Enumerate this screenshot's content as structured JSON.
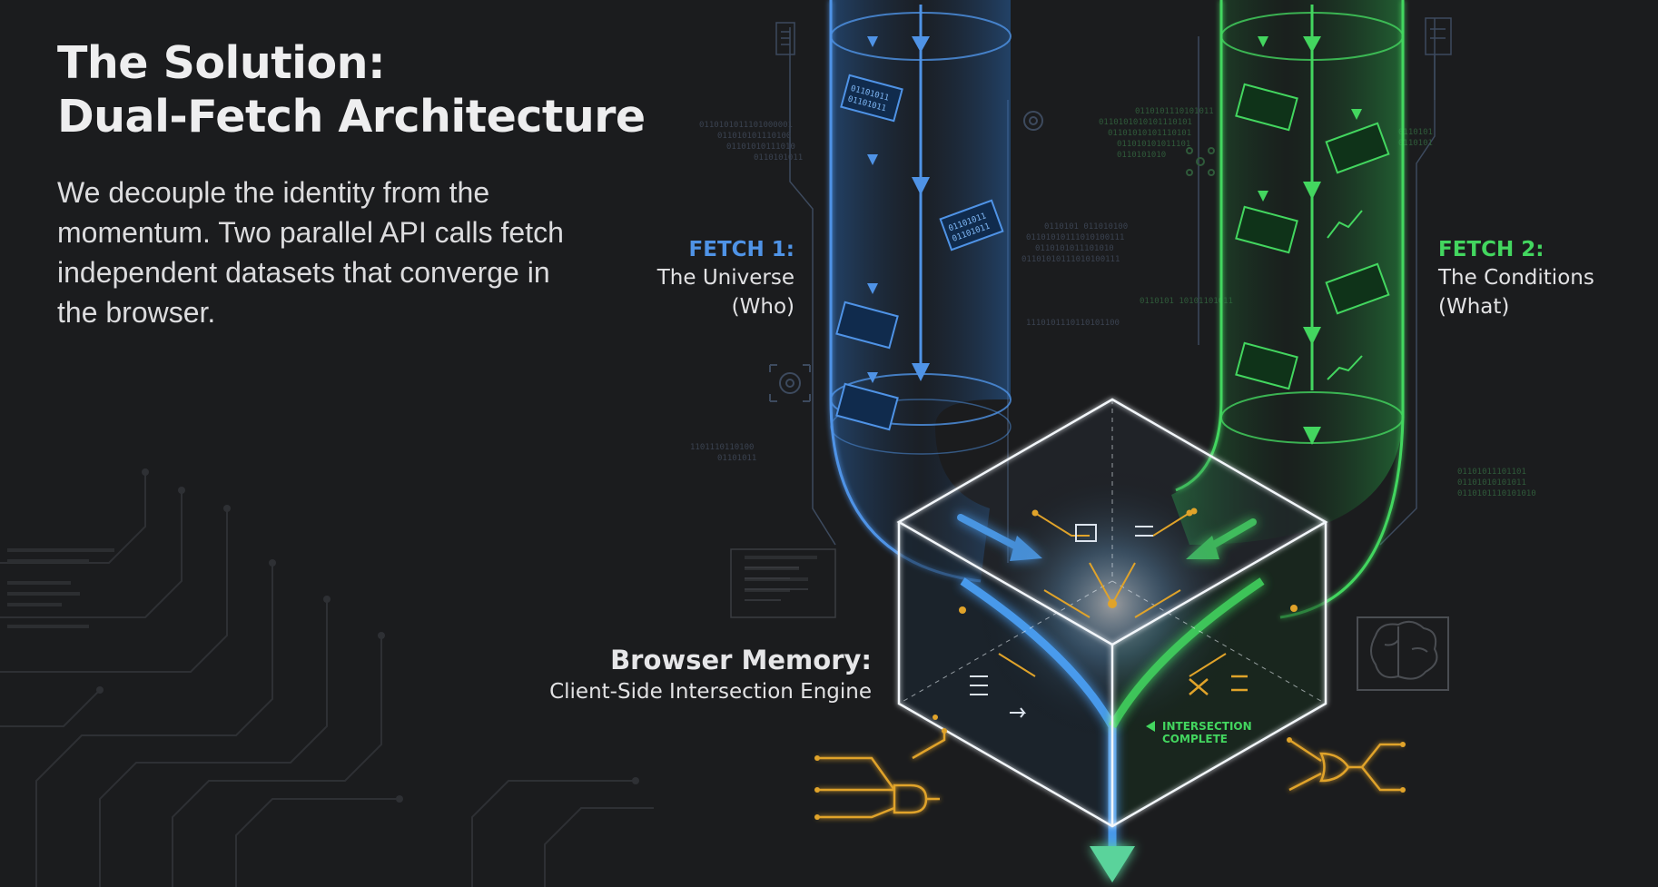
{
  "header": {
    "title_line1": "The Solution:",
    "title_line2": "Dual-Fetch Architecture",
    "description": "We decouple the identity from the momentum. Two parallel API calls fetch independent datasets that converge in the browser."
  },
  "labels": {
    "fetch1": {
      "head": "FETCH 1:",
      "line1": "The Universe",
      "line2": "(Who)"
    },
    "fetch2": {
      "head": "FETCH 2:",
      "line1": "The Conditions",
      "line2": "(What)"
    },
    "memory": {
      "head": "Browser Memory:",
      "line1": "Client-Side Intersection Engine"
    },
    "status": {
      "line1": "INTERSECTION",
      "line2": "COMPLETE"
    }
  },
  "colors": {
    "background": "#1b1c1e",
    "fetch1": "#4f93e6",
    "fetch2": "#43d65f",
    "circuit": "#e0a32a",
    "cube": "#e8eef4"
  },
  "icons": [
    "gear-icon",
    "brain-icon",
    "chart-icon",
    "logic-gate-icon",
    "shuffle-icon"
  ]
}
